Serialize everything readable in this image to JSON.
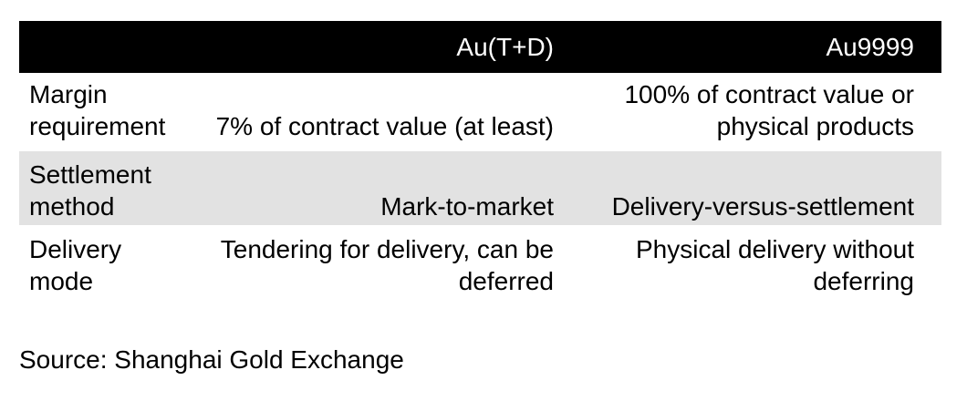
{
  "colors": {
    "header_bg": "#000000",
    "header_fg": "#ffffff",
    "stripe": "#e2e2e2",
    "ink": "#000000"
  },
  "chart_data": {
    "type": "table",
    "title": "",
    "columns": [
      "",
      "Au(T+D)",
      "Au9999"
    ],
    "rows": [
      {
        "label": "Margin requirement",
        "values": [
          "7% of contract value (at least)",
          "100% of contract value or physical products"
        ]
      },
      {
        "label": "Settlement method",
        "values": [
          "Mark-to-market",
          "Delivery-versus-settlement"
        ]
      },
      {
        "label": "Delivery mode",
        "values": [
          "Tendering for delivery, can be deferred",
          "Physical delivery without deferring"
        ]
      }
    ],
    "source": "Source: Shanghai Gold Exchange",
    "layout": {
      "header_style": "black-bar-white-text",
      "row_striping": "second-row-gray",
      "value_alignment": "right",
      "label_alignment": "left"
    }
  }
}
